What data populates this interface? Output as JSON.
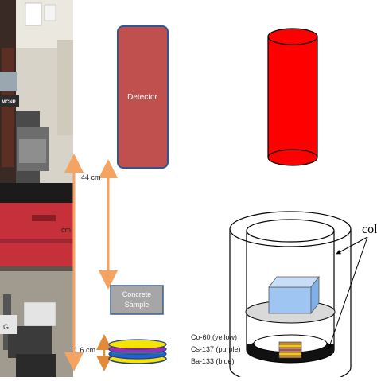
{
  "schematic": {
    "detector_label": "Detector",
    "sample_label_line1": "Concrete",
    "sample_label_line2": "Sample",
    "distance_top": "44 cm",
    "distance_bottom": "1.6 cm",
    "left_cm_fragment": "cm"
  },
  "sources": [
    {
      "label": "Co-60 (yellow)",
      "color": "#f5e400"
    },
    {
      "label": "Cs-137 (purple)",
      "color": "#8a34c8"
    },
    {
      "label": "Ba-133 (blue)",
      "color": "#1f5fd8"
    }
  ],
  "model3d": {
    "callout_label": "col",
    "cylinder_color": "#ff0000",
    "cube_color": "#9fc5f2"
  },
  "photo": {
    "sticker_text": "MCNP",
    "label_fragment": "G"
  },
  "colors": {
    "detector_fill": "#c0504d",
    "detector_border": "#2f5597",
    "arrow_color": "#f4a460",
    "sample_fill": "#a6a6a6"
  }
}
